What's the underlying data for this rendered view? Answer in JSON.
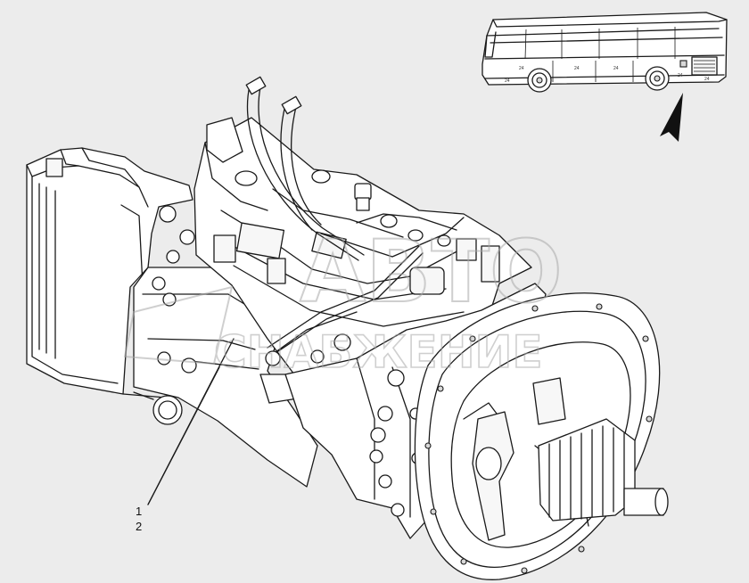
{
  "callouts": [
    {
      "number": "1"
    },
    {
      "number": "2"
    }
  ],
  "watermark": {
    "top": "АВТО",
    "bottom": "СНАБЖЕНИЕ"
  },
  "bus_panel_labels": [
    "24",
    "24",
    "24",
    "24",
    "24",
    "24"
  ],
  "colors": {
    "background": "#ececec",
    "line": "#1a1a1a",
    "watermark": "#b9b9b9"
  },
  "icons": {
    "view_arrow": "arrow-up-icon"
  }
}
